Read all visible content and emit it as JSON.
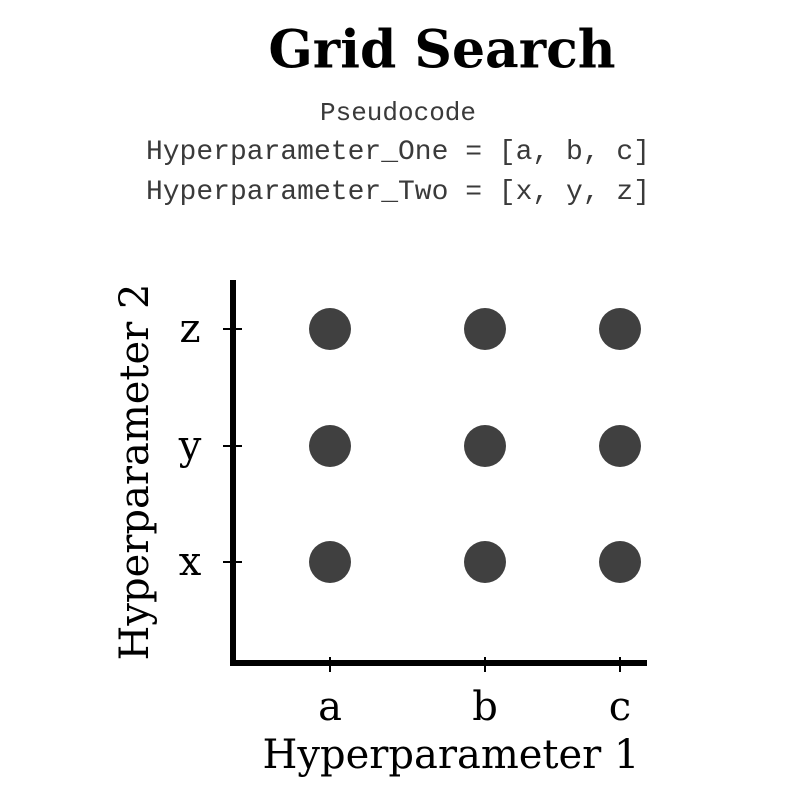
{
  "header": {
    "title": "Grid Search",
    "pseudocode_label": "Pseudocode",
    "line_one": "Hyperparameter_One = [a, b, c]",
    "line_two": "Hyperparameter_Two = [x, y, z]"
  },
  "chart_data": {
    "type": "scatter",
    "xlabel": "Hyperparameter 1",
    "ylabel": "Hyperparameter 2",
    "x_categories": [
      "a",
      "b",
      "c"
    ],
    "y_categories": [
      "x",
      "y",
      "z"
    ],
    "points": [
      {
        "x": "a",
        "y": "x"
      },
      {
        "x": "b",
        "y": "x"
      },
      {
        "x": "c",
        "y": "x"
      },
      {
        "x": "a",
        "y": "y"
      },
      {
        "x": "b",
        "y": "y"
      },
      {
        "x": "c",
        "y": "y"
      },
      {
        "x": "a",
        "y": "z"
      },
      {
        "x": "b",
        "y": "z"
      },
      {
        "x": "c",
        "y": "z"
      }
    ],
    "grid": false,
    "point_color": "#404040",
    "axis_color": "#000000"
  }
}
